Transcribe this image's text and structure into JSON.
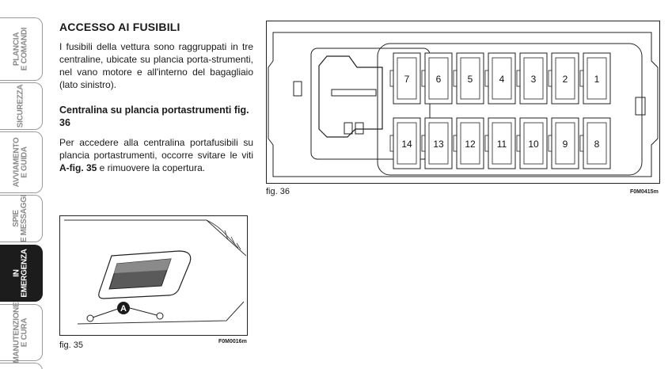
{
  "side_tabs": [
    {
      "id": "plancia",
      "label": "PLANCIA\nE COMANDI",
      "active": false
    },
    {
      "id": "sicurezza",
      "label": "SICUREZZA",
      "active": false
    },
    {
      "id": "avviamento",
      "label": "AVVIAMENTO\nE GUIDA",
      "active": false
    },
    {
      "id": "spie",
      "label": "SPIE\nE MESSAGGI",
      "active": false
    },
    {
      "id": "emergenza",
      "label": "IN\nEMERGENZA",
      "active": true
    },
    {
      "id": "manutenzione",
      "label": "MANUTENZIONE\nE CURA",
      "active": false
    }
  ],
  "content": {
    "title": "ACCESSO AI FUSIBILI",
    "intro": "I fusibili della vettura sono raggruppati in tre centraline, ubicate su plancia porta-strumenti, nel vano motore e all'interno del bagagliaio (lato sinistro).",
    "subtitle": "Centralina su plancia portastrumenti fig. 36",
    "instruction_pre": "Per accedere alla centralina portafusibili su plancia portastrumenti, occorre svitare le viti ",
    "instruction_ref": "A-fig. 35",
    "instruction_post": " e rimuovere la copertura."
  },
  "figures": {
    "fig36": {
      "caption": "fig. 36",
      "code": "F0M0415m",
      "top_row": [
        "7",
        "6",
        "5",
        "4",
        "3",
        "2",
        "1"
      ],
      "bottom_row": [
        "14",
        "13",
        "12",
        "11",
        "10",
        "9",
        "8"
      ]
    },
    "fig35": {
      "caption": "fig. 35",
      "code": "F0M0016m",
      "marker": "A"
    }
  }
}
